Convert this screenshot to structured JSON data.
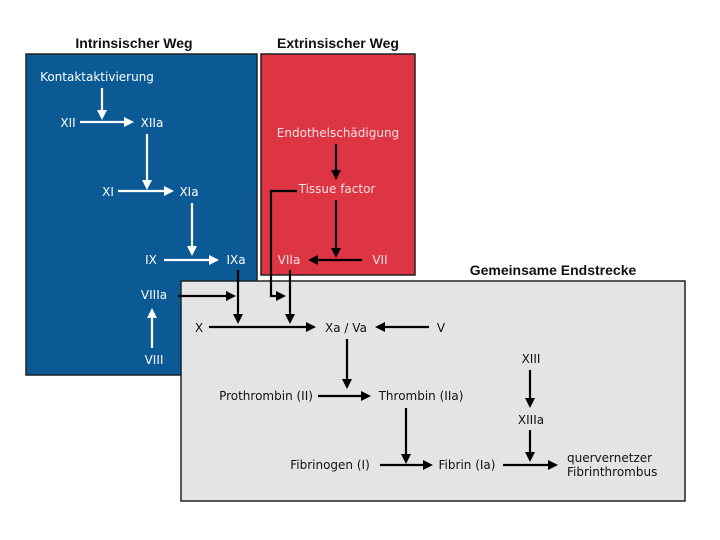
{
  "titles": {
    "intrinsic": "Intrinsischer Weg",
    "extrinsic": "Extrinsischer Weg",
    "common": "Gemeinsame Endstrecke"
  },
  "colors": {
    "intrinsic_box": "#0b5a95",
    "extrinsic_box": "#de3545",
    "common_box": "#e3e4e6",
    "border": "#222222"
  },
  "nodes": {
    "kontakt": "Kontaktaktivierung",
    "xii": "XII",
    "xiia": "XIIa",
    "xi": "XI",
    "xia": "XIa",
    "ix": "IX",
    "ixa": "IXa",
    "viiia": "VIIIa",
    "viii": "VIII",
    "endothel": "Endothelschädigung",
    "tissue": "Tissue factor",
    "viia": "VIIa",
    "vii": "VII",
    "x": "X",
    "xava": "Xa / Va",
    "v": "V",
    "prothrombin": "Prothrombin (II)",
    "thrombin": "Thrombin (IIa)",
    "xiii": "XIII",
    "xiiia": "XIIIa",
    "fibrinogen": "Fibrinogen (I)",
    "fibrin": "Fibrin (Ia)",
    "quer1": "quervernetzer",
    "quer2": "Fibrinthrombus"
  }
}
